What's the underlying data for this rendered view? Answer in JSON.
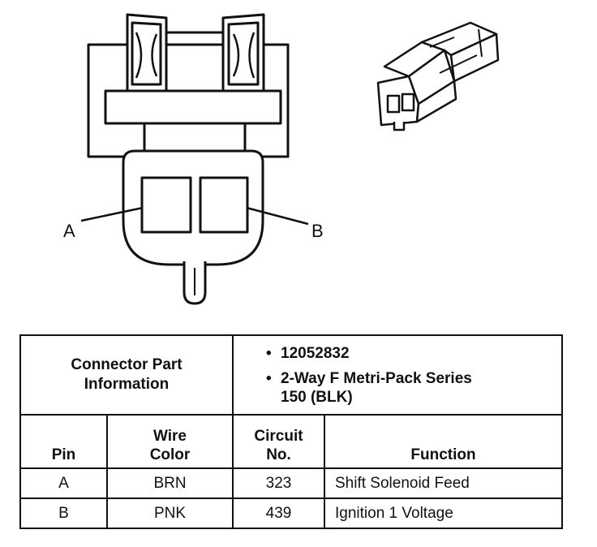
{
  "pin_labels": {
    "a": "A",
    "b": "B"
  },
  "connector_info": {
    "heading_line1": "Connector Part",
    "heading_line2": "Information",
    "part_number": "12052832",
    "description_line1": "2-Way F Metri-Pack Series",
    "description_line2": "150 (BLK)"
  },
  "columns": {
    "pin": "Pin",
    "wire_color_line1": "Wire",
    "wire_color_line2": "Color",
    "circuit_line1": "Circuit",
    "circuit_line2": "No.",
    "function": "Function"
  },
  "rows": [
    {
      "pin": "A",
      "wire_color": "BRN",
      "circuit": "323",
      "function": "Shift Solenoid Feed"
    },
    {
      "pin": "B",
      "wire_color": "PNK",
      "circuit": "439",
      "function": "Ignition 1 Voltage"
    }
  ]
}
